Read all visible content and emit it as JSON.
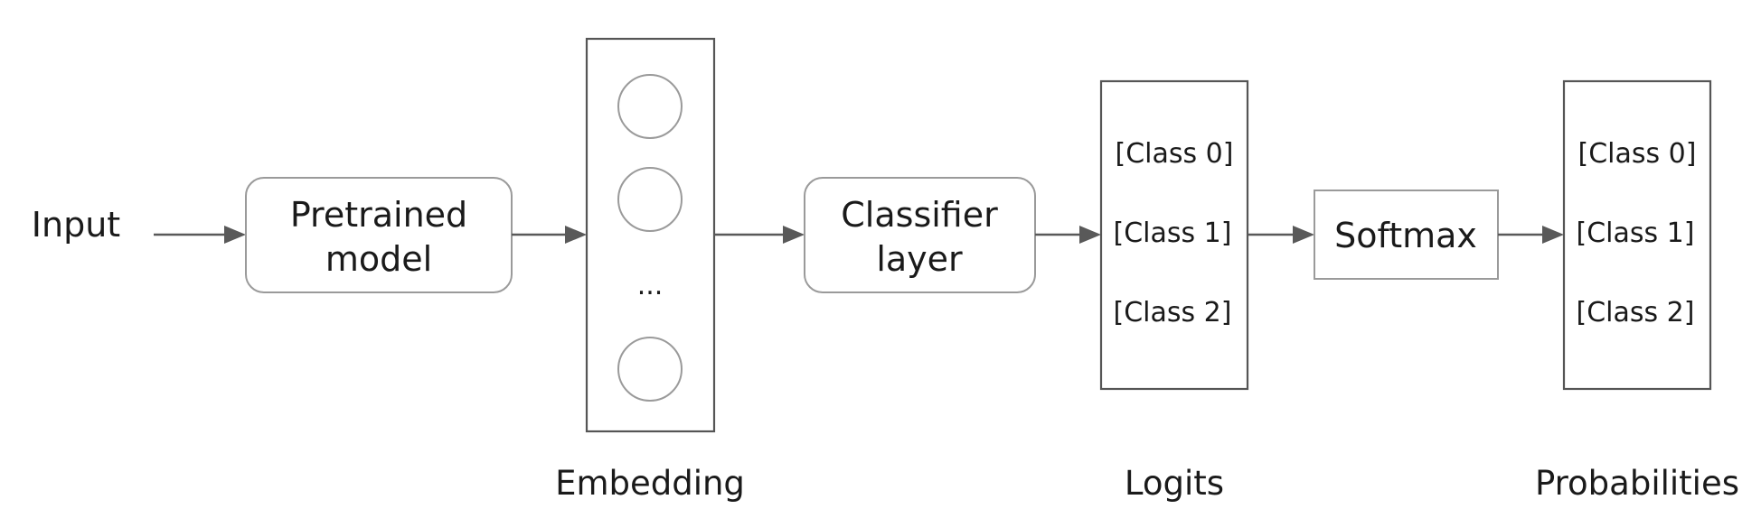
{
  "diagram": {
    "input_label": "Input",
    "pretrained": {
      "line1": "Pretrained",
      "line2": "model"
    },
    "embedding": {
      "ellipsis": "...",
      "caption": "Embedding"
    },
    "classifier": {
      "line1": "Classifier",
      "line2": "layer"
    },
    "logits": {
      "classes": [
        "[Class 0]",
        "[Class 1]",
        "[Class 2]"
      ],
      "caption": "Logits"
    },
    "softmax": {
      "label": "Softmax"
    },
    "probabilities": {
      "classes": [
        "[Class 0]",
        "[Class 1]",
        "[Class 2]"
      ],
      "caption": "Probabilities"
    }
  }
}
